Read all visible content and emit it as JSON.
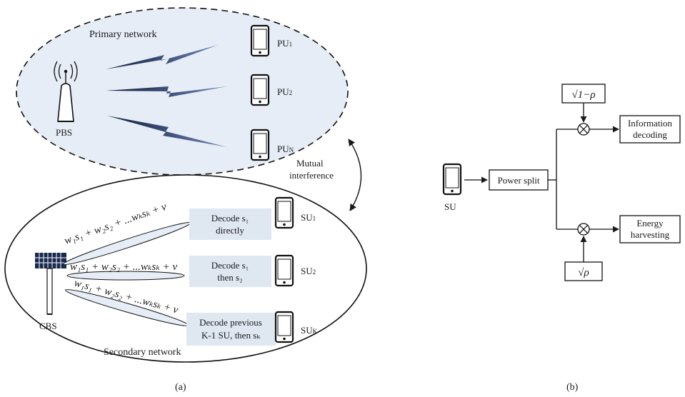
{
  "panel_a": {
    "caption": "(a)",
    "primary_network": {
      "title": "Primary network",
      "base_station": "PBS",
      "users": [
        "PU",
        "PU",
        "PU"
      ],
      "user_subscripts": [
        "1",
        "2",
        "N"
      ]
    },
    "mutual_interference": {
      "line1": "Mutual",
      "line2": "interference"
    },
    "secondary_network": {
      "title": "Secondary network",
      "base_station": "CBS",
      "beam_formula": "w₁s₁ + w₂s₂ + ...wₖsₖ + ν",
      "users": [
        "SU",
        "SU",
        "SU"
      ],
      "user_subscripts": [
        "1",
        "2",
        "K"
      ],
      "decode_boxes": [
        {
          "line1": "Decode s₁",
          "line2": "directly"
        },
        {
          "line1": "Decode s₁",
          "line2": "then s₂"
        },
        {
          "line1": "Decode previous",
          "line2": "K-1 SU, then sₖ"
        }
      ]
    }
  },
  "panel_b": {
    "caption": "(b)",
    "su_label": "SU",
    "power_split": "Power split",
    "sqrt_one_minus_rho": "√1−ρ",
    "sqrt_rho": "√ρ",
    "info_decoding": {
      "line1": "Information",
      "line2": "decoding"
    },
    "energy_harvesting": {
      "line1": "Energy",
      "line2": "harvesting"
    }
  },
  "colors": {
    "ellipse_fill": "#e6edf6",
    "box_fill": "#dfe7f1",
    "beam_fill": "#e6edf6",
    "signal_dark": "#1a2a4f"
  }
}
